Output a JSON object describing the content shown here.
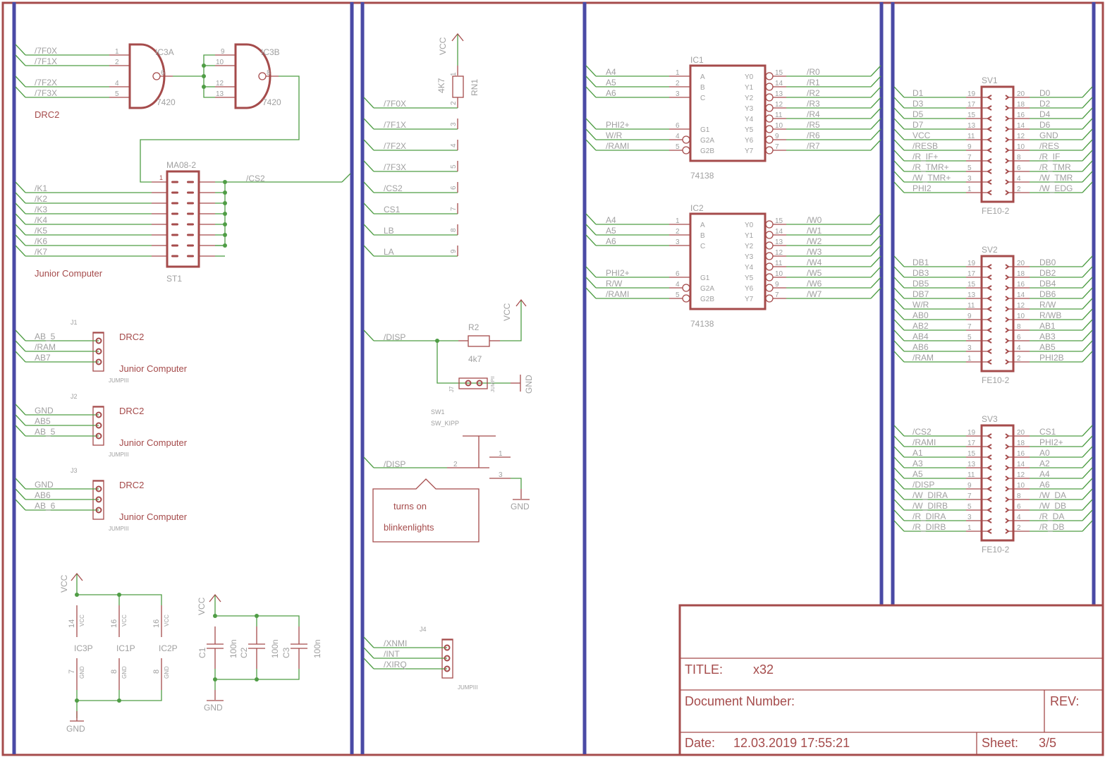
{
  "colors": {
    "frame": "#a54b4b",
    "wire": "#4f9d45",
    "bus": "#4a4aa5",
    "label": "#a0a0a0",
    "component": "#a54b4b"
  },
  "gates": {
    "ic3a": {
      "name": "IC3A",
      "value": "7420",
      "inputs": [
        {
          "net": "/7F0X",
          "pin": "1"
        },
        {
          "net": "/7F1X",
          "pin": "2"
        },
        {
          "net": "/7F2X",
          "pin": "4"
        },
        {
          "net": "/7F3X",
          "pin": "5"
        }
      ],
      "output_pin": "6"
    },
    "ic3b": {
      "name": "IC3B",
      "value": "7420",
      "input_pins": [
        "9",
        "10",
        "12",
        "13"
      ],
      "output_pin": "8"
    },
    "note": "DRC2"
  },
  "st1": {
    "name": "ST1",
    "value": "MA08-2",
    "pin1": "1",
    "out_net": "/CS2",
    "inputs": [
      "/K1",
      "/K2",
      "/K3",
      "/K4",
      "/K5",
      "/K6",
      "/K7"
    ],
    "note": "Junior Computer"
  },
  "jumpers": [
    {
      "name": "J1",
      "value": "JUMPIII",
      "nets": [
        "AB_5",
        "/RAM",
        "AB7"
      ],
      "top": "DRC2",
      "bottom": "Junior Computer"
    },
    {
      "name": "J2",
      "value": "JUMPIII",
      "nets": [
        "GND",
        "AB5",
        "AB_5"
      ],
      "top": "DRC2",
      "bottom": "Junior Computer"
    },
    {
      "name": "J3",
      "value": "JUMPIII",
      "nets": [
        "GND",
        "AB6",
        "AB_6"
      ],
      "top": "DRC2",
      "bottom": "Junior Computer"
    }
  ],
  "power": {
    "vcc": "VCC",
    "gnd": "GND",
    "ics": [
      {
        "name": "IC3P",
        "vcc_pin": "14",
        "gnd_pin": "7"
      },
      {
        "name": "IC1P",
        "vcc_pin": "16",
        "gnd_pin": "8"
      },
      {
        "name": "IC2P",
        "vcc_pin": "16",
        "gnd_pin": "8"
      }
    ],
    "pin_vcc": "VCC",
    "pin_gnd": "GND",
    "caps": [
      {
        "name": "C1",
        "value": "100n"
      },
      {
        "name": "C2",
        "value": "100n"
      },
      {
        "name": "C3",
        "value": "100n"
      }
    ]
  },
  "rn1": {
    "name": "RN1",
    "value": "4K7",
    "vcc": "VCC",
    "pin1": "1",
    "pins": [
      {
        "pin": "2",
        "net": "/7F0X"
      },
      {
        "pin": "3",
        "net": "/7F1X"
      },
      {
        "pin": "4",
        "net": "/7F2X"
      },
      {
        "pin": "5",
        "net": "/7F3X"
      },
      {
        "pin": "6",
        "net": "/CS2"
      },
      {
        "pin": "7",
        "net": "CS1"
      },
      {
        "pin": "8",
        "net": "LB"
      },
      {
        "pin": "9",
        "net": "LA"
      }
    ]
  },
  "disp": {
    "net": "/DISP",
    "r_name": "R2",
    "r_value": "4k7",
    "vcc": "VCC",
    "jumper_name": "J7",
    "jumper_value": "JUMPII",
    "gnd": "GND",
    "sw_name": "SW1",
    "sw_value": "SW_KIPP",
    "sw_pins": [
      "1",
      "2",
      "3"
    ],
    "sw_net": "/DISP",
    "sw_gnd": "GND",
    "note_line1": "turns on",
    "note_line2": "blinkenlights"
  },
  "j4": {
    "name": "J4",
    "value": "JUMPIII",
    "nets": [
      "/XNMI",
      "/INT",
      "/XIRQ"
    ]
  },
  "decoders": [
    {
      "name": "IC1",
      "value": "74138",
      "inputs": [
        {
          "net": "A4",
          "pin": "1",
          "label": "A"
        },
        {
          "net": "A5",
          "pin": "2",
          "label": "B"
        },
        {
          "net": "A6",
          "pin": "3",
          "label": "C"
        }
      ],
      "enables": [
        {
          "net": "PHI2+",
          "pin": "6",
          "label": "G1"
        },
        {
          "net": "W/R",
          "pin": "4",
          "label": "G2A"
        },
        {
          "net": "/RAMI",
          "pin": "5",
          "label": "G2B"
        }
      ],
      "outputs": [
        {
          "label": "Y0",
          "pin": "15",
          "net": "/R0"
        },
        {
          "label": "Y1",
          "pin": "14",
          "net": "/R1"
        },
        {
          "label": "Y2",
          "pin": "13",
          "net": "/R2"
        },
        {
          "label": "Y3",
          "pin": "12",
          "net": "/R3"
        },
        {
          "label": "Y4",
          "pin": "11",
          "net": "/R4"
        },
        {
          "label": "Y5",
          "pin": "10",
          "net": "/R5"
        },
        {
          "label": "Y6",
          "pin": "9",
          "net": "/R6"
        },
        {
          "label": "Y7",
          "pin": "7",
          "net": "/R7"
        }
      ]
    },
    {
      "name": "IC2",
      "value": "74138",
      "inputs": [
        {
          "net": "A4",
          "pin": "1",
          "label": "A"
        },
        {
          "net": "A5",
          "pin": "2",
          "label": "B"
        },
        {
          "net": "A6",
          "pin": "3",
          "label": "C"
        }
      ],
      "enables": [
        {
          "net": "PHI2+",
          "pin": "6",
          "label": "G1"
        },
        {
          "net": "R/W",
          "pin": "4",
          "label": "G2A"
        },
        {
          "net": "/RAMI",
          "pin": "5",
          "label": "G2B"
        }
      ],
      "outputs": [
        {
          "label": "Y0",
          "pin": "15",
          "net": "/W0"
        },
        {
          "label": "Y1",
          "pin": "14",
          "net": "/W1"
        },
        {
          "label": "Y2",
          "pin": "13",
          "net": "/W2"
        },
        {
          "label": "Y3",
          "pin": "12",
          "net": "/W3"
        },
        {
          "label": "Y4",
          "pin": "11",
          "net": "/W4"
        },
        {
          "label": "Y5",
          "pin": "10",
          "net": "/W5"
        },
        {
          "label": "Y6",
          "pin": "9",
          "net": "/W6"
        },
        {
          "label": "Y7",
          "pin": "7",
          "net": "/W7"
        }
      ]
    }
  ],
  "connectors": [
    {
      "name": "SV1",
      "value": "FE10-2",
      "left": [
        {
          "net": "D1",
          "pin": "19"
        },
        {
          "net": "D3",
          "pin": "17"
        },
        {
          "net": "D5",
          "pin": "15"
        },
        {
          "net": "D7",
          "pin": "13"
        },
        {
          "net": "VCC",
          "pin": "11"
        },
        {
          "net": "/RESB",
          "pin": "9"
        },
        {
          "net": "/R_IF+",
          "pin": "7"
        },
        {
          "net": "/R_TMR+",
          "pin": "5"
        },
        {
          "net": "/W_TMR+",
          "pin": "3"
        },
        {
          "net": "PHI2",
          "pin": "1"
        }
      ],
      "right": [
        {
          "net": "D0",
          "pin": "20"
        },
        {
          "net": "D2",
          "pin": "18"
        },
        {
          "net": "D4",
          "pin": "16"
        },
        {
          "net": "D6",
          "pin": "14"
        },
        {
          "net": "GND",
          "pin": "12"
        },
        {
          "net": "/RES",
          "pin": "10"
        },
        {
          "net": "/R_IF",
          "pin": "8"
        },
        {
          "net": "/R_TMR",
          "pin": "6"
        },
        {
          "net": "/W_TMR",
          "pin": "4"
        },
        {
          "net": "/W_EDG",
          "pin": "2"
        }
      ]
    },
    {
      "name": "SV2",
      "value": "FE10-2",
      "left": [
        {
          "net": "DB1",
          "pin": "19"
        },
        {
          "net": "DB3",
          "pin": "17"
        },
        {
          "net": "DB5",
          "pin": "15"
        },
        {
          "net": "DB7",
          "pin": "13"
        },
        {
          "net": "W/R",
          "pin": "11"
        },
        {
          "net": "AB0",
          "pin": "9"
        },
        {
          "net": "AB2",
          "pin": "7"
        },
        {
          "net": "AB4",
          "pin": "5"
        },
        {
          "net": "AB6",
          "pin": "3"
        },
        {
          "net": "/RAM",
          "pin": "1"
        }
      ],
      "right": [
        {
          "net": "DB0",
          "pin": "20"
        },
        {
          "net": "DB2",
          "pin": "18"
        },
        {
          "net": "DB4",
          "pin": "16"
        },
        {
          "net": "DB6",
          "pin": "14"
        },
        {
          "net": "R/W",
          "pin": "12"
        },
        {
          "net": "R/WB",
          "pin": "10"
        },
        {
          "net": "AB1",
          "pin": "8"
        },
        {
          "net": "AB3",
          "pin": "6"
        },
        {
          "net": "AB5",
          "pin": "4"
        },
        {
          "net": "PHI2B",
          "pin": "2"
        }
      ]
    },
    {
      "name": "SV3",
      "value": "FE10-2",
      "left": [
        {
          "net": "/CS2",
          "pin": "19"
        },
        {
          "net": "/RAMI",
          "pin": "17"
        },
        {
          "net": "A1",
          "pin": "15"
        },
        {
          "net": "A3",
          "pin": "13"
        },
        {
          "net": "A5",
          "pin": "11"
        },
        {
          "net": "/DISP",
          "pin": "9"
        },
        {
          "net": "/W_DIRA",
          "pin": "7"
        },
        {
          "net": "/W_DIRB",
          "pin": "5"
        },
        {
          "net": "/R_DIRA",
          "pin": "3"
        },
        {
          "net": "/R_DIRB",
          "pin": "1"
        }
      ],
      "right": [
        {
          "net": "CS1",
          "pin": "20"
        },
        {
          "net": "PHI2+",
          "pin": "18"
        },
        {
          "net": "A0",
          "pin": "16"
        },
        {
          "net": "A2",
          "pin": "14"
        },
        {
          "net": "A4",
          "pin": "12"
        },
        {
          "net": "A6",
          "pin": "10"
        },
        {
          "net": "/W_DA",
          "pin": "8"
        },
        {
          "net": "/W_DB",
          "pin": "6"
        },
        {
          "net": "/R_DA",
          "pin": "4"
        },
        {
          "net": "/R_DB",
          "pin": "2"
        }
      ]
    }
  ],
  "title_block": {
    "title_label": "TITLE:",
    "title": "x32",
    "docnum_label": "Document Number:",
    "docnum": "",
    "rev_label": "REV:",
    "rev": "",
    "date_label": "Date:",
    "date": "12.03.2019 17:55:21",
    "sheet_label": "Sheet:",
    "sheet": "3/5"
  }
}
